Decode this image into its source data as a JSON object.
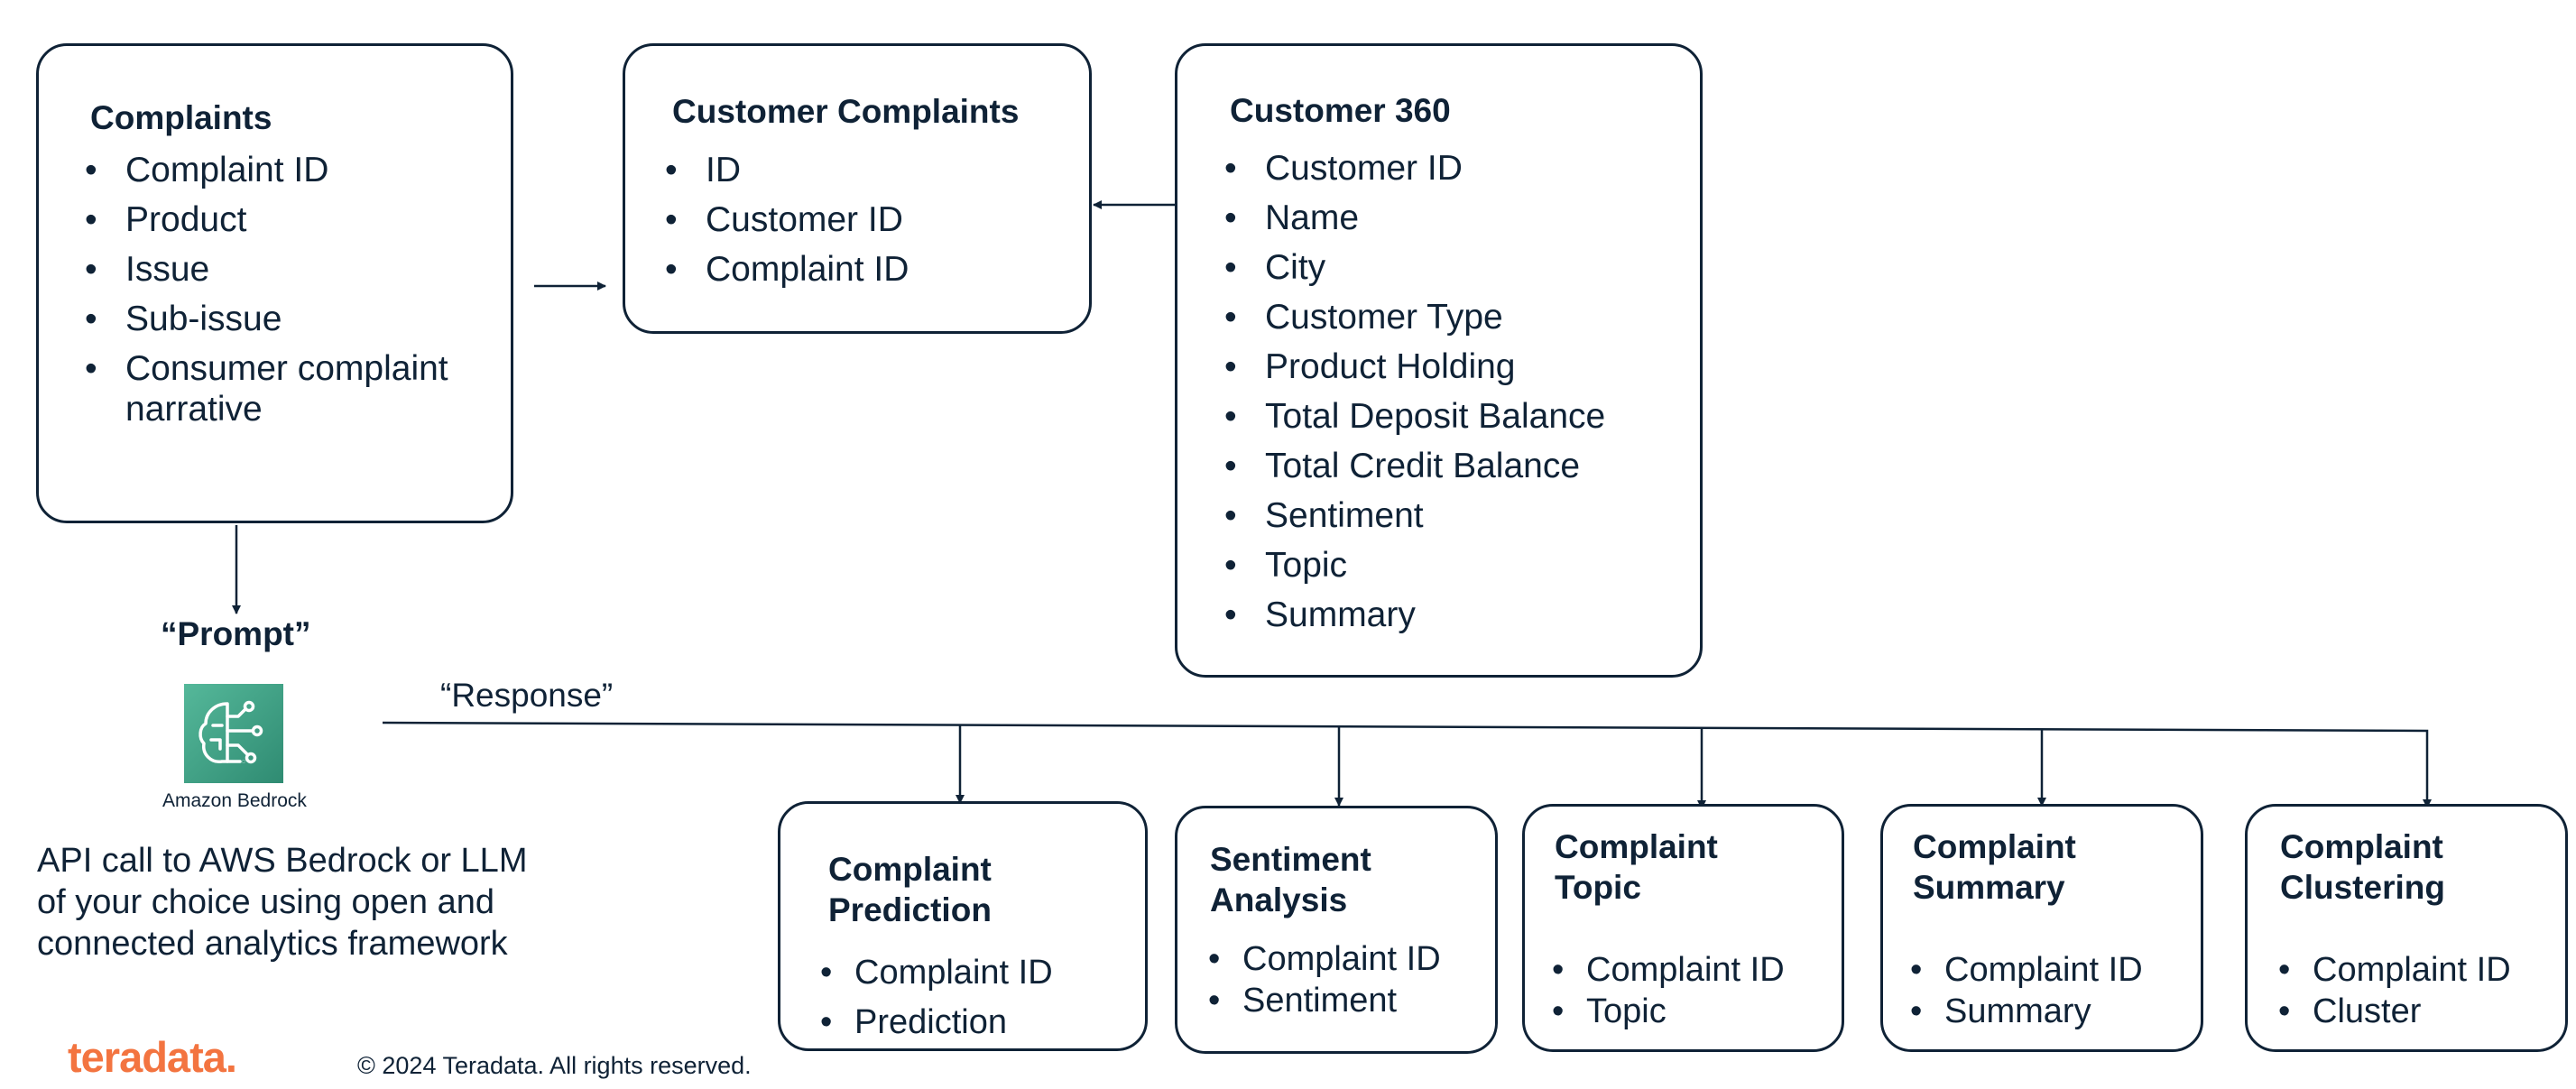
{
  "complaints": {
    "title": "Complaints",
    "items": [
      "Complaint ID",
      "Product",
      "Issue",
      "Sub-issue",
      "Consumer complaint narrative"
    ]
  },
  "customer_complaints": {
    "title": "Customer Complaints",
    "items": [
      "ID",
      "Customer ID",
      "Complaint ID"
    ]
  },
  "customer_360": {
    "title": "Customer 360",
    "items": [
      "Customer ID",
      "Name",
      "City",
      "Customer Type",
      "Product Holding",
      "Total Deposit Balance",
      "Total Credit Balance",
      "Sentiment",
      "Topic",
      "Summary"
    ]
  },
  "prompt_label": "“Prompt”",
  "response_label": "“Response”",
  "bedrock": {
    "caption": "Amazon Bedrock",
    "icon": "amazon-bedrock-icon",
    "color": "#3f9f83"
  },
  "api_text": [
    "API call to AWS Bedrock or LLM",
    "of your choice using open and",
    "connected analytics framework"
  ],
  "outputs": [
    {
      "title": [
        "Complaint",
        "Prediction"
      ],
      "items": [
        "Complaint ID",
        "Prediction"
      ]
    },
    {
      "title": [
        "Sentiment",
        "Analysis"
      ],
      "items": [
        "Complaint ID",
        "Sentiment"
      ]
    },
    {
      "title": [
        "Complaint",
        "Topic"
      ],
      "items": [
        "Complaint ID",
        "Topic"
      ]
    },
    {
      "title": [
        "Complaint",
        "Summary"
      ],
      "items": [
        "Complaint ID",
        "Summary"
      ]
    },
    {
      "title": [
        "Complaint",
        "Clustering"
      ],
      "items": [
        "Complaint ID",
        "Cluster"
      ]
    }
  ],
  "footer": {
    "logo": "teradata.",
    "copyright": "© 2024 Teradata. All rights reserved."
  },
  "colors": {
    "ink": "#0f2236",
    "brand": "#f37440"
  }
}
